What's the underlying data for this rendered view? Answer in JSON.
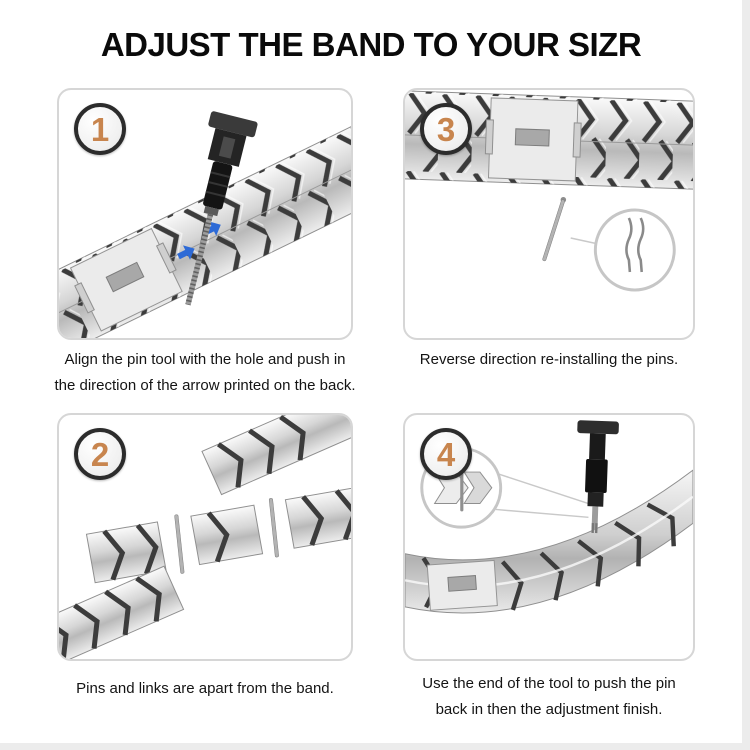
{
  "title": "ADJUST THE BAND TO YOUR SIZR",
  "steps": [
    {
      "number": "1",
      "position": "top-left",
      "caption_lines": [
        "Align the pin tool with the hole and push in",
        "the direction of the arrow printed on the back."
      ]
    },
    {
      "number": "3",
      "position": "top-right",
      "caption_lines": [
        "Reverse direction re-installing the pins."
      ]
    },
    {
      "number": "2",
      "position": "bottom-left",
      "caption_lines": [
        "Pins and links are apart from the band."
      ]
    },
    {
      "number": "4",
      "position": "bottom-right",
      "caption_lines": [
        "Use the end of the tool to push the pin",
        "back in then the adjustment finish."
      ]
    }
  ],
  "colors": {
    "step_number": "#c8854e",
    "panel_border": "#d6d6d6",
    "arrow_accent": "#2d6ad6"
  }
}
